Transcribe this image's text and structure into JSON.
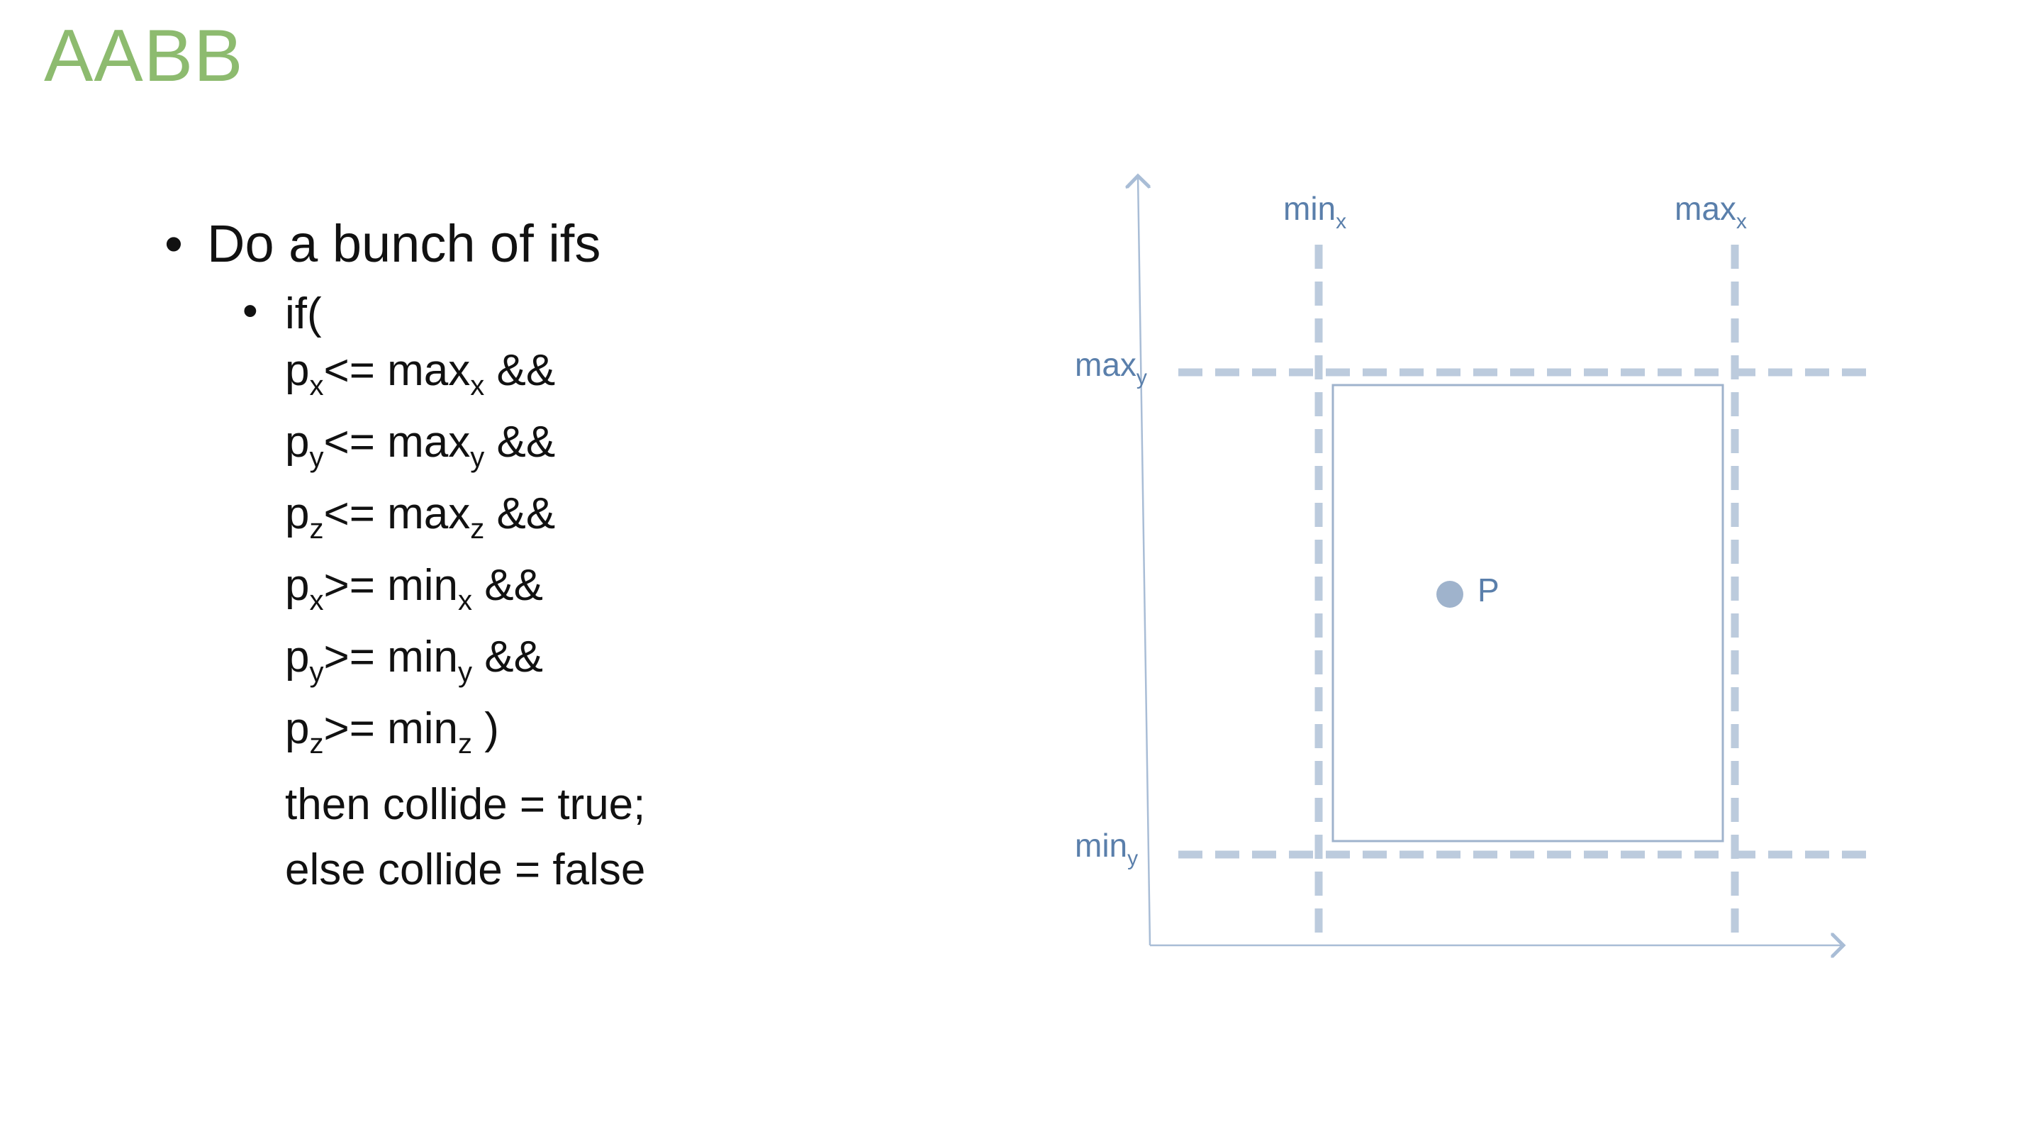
{
  "slide": {
    "title": "AABB",
    "bullets": {
      "main": "Do a bunch of ifs",
      "sub_bullet_label": "if(",
      "conditions": [
        {
          "p": "p",
          "var": "x",
          "op": "<= max",
          "bound": "x",
          "tail": " &&"
        },
        {
          "p": "p",
          "var": "y",
          "op": "<= max",
          "bound": "y",
          "tail": " &&"
        },
        {
          "p": "p",
          "var": "z",
          "op": "<= max",
          "bound": "z",
          "tail": " &&"
        },
        {
          "p": "p",
          "var": "x",
          "op": ">= min",
          "bound": "x",
          "tail": " &&"
        },
        {
          "p": "p",
          "var": "y",
          "op": ">= min",
          "bound": "y",
          "tail": " &&"
        },
        {
          "p": "p",
          "var": "z",
          "op": ">= min",
          "bound": "z",
          "tail": " )"
        }
      ],
      "then_line": "then collide = true;",
      "else_line": "else collide = false"
    }
  },
  "diagram": {
    "labels": {
      "min_x": {
        "base": "min",
        "sub": "x"
      },
      "max_x": {
        "base": "max",
        "sub": "x"
      },
      "max_y": {
        "base": "max",
        "sub": "y"
      },
      "min_y": {
        "base": "min",
        "sub": "y"
      },
      "point": "P"
    },
    "colors": {
      "axis": "#a9bdd6",
      "dashed": "#bccbdd",
      "box": "#9fb3cc",
      "point": "#9fb3cc",
      "label": "#5a7fab",
      "title": "#8dbb6f"
    }
  }
}
